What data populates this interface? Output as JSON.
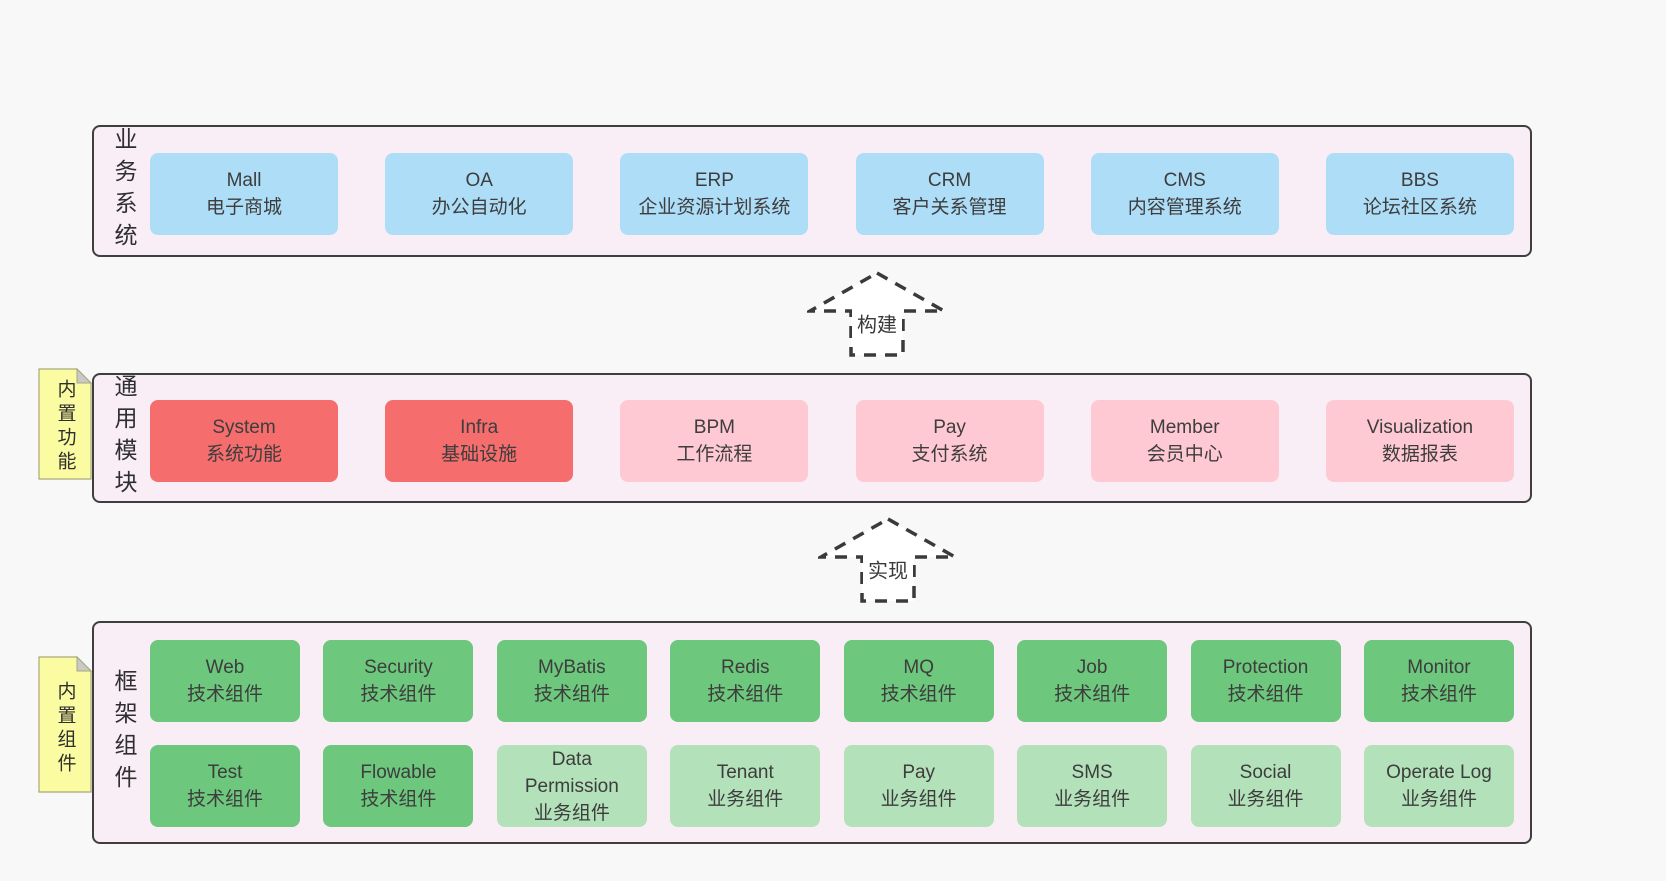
{
  "colors": {
    "page_bg": "#f8f8f8",
    "section_bg": "#f9edf6",
    "section_border": "#3f3f3f",
    "blue": "#aeddf8",
    "red": "#f56d6d",
    "pink": "#ffc9d3",
    "green": "#6dc77d",
    "light_green": "#b3e1b9",
    "sticky_yellow": "#fbfba1",
    "sticky_fold": "#c9c9c9",
    "text": "#3d3d3d"
  },
  "sections": {
    "business": {
      "label": "业务系统",
      "boxes": [
        {
          "title": "Mall",
          "subtitle": "电子商城"
        },
        {
          "title": "OA",
          "subtitle": "办公自动化"
        },
        {
          "title": "ERP",
          "subtitle": "企业资源计划系统"
        },
        {
          "title": "CRM",
          "subtitle": "客户关系管理"
        },
        {
          "title": "CMS",
          "subtitle": "内容管理系统"
        },
        {
          "title": "BBS",
          "subtitle": "论坛社区系统"
        }
      ]
    },
    "modules": {
      "label": "通用模块",
      "sticky": "内置功能",
      "boxes": [
        {
          "title": "System",
          "subtitle": "系统功能"
        },
        {
          "title": "Infra",
          "subtitle": "基础设施"
        },
        {
          "title": "BPM",
          "subtitle": "工作流程"
        },
        {
          "title": "Pay",
          "subtitle": "支付系统"
        },
        {
          "title": "Member",
          "subtitle": "会员中心"
        },
        {
          "title": "Visualization",
          "subtitle": "数据报表"
        }
      ]
    },
    "components": {
      "label": "框架组件",
      "sticky": "内置组件",
      "row1": [
        {
          "title": "Web",
          "subtitle": "技术组件"
        },
        {
          "title": "Security",
          "subtitle": "技术组件"
        },
        {
          "title": "MyBatis",
          "subtitle": "技术组件"
        },
        {
          "title": "Redis",
          "subtitle": "技术组件"
        },
        {
          "title": "MQ",
          "subtitle": "技术组件"
        },
        {
          "title": "Job",
          "subtitle": "技术组件"
        },
        {
          "title": "Protection",
          "subtitle": "技术组件"
        },
        {
          "title": "Monitor",
          "subtitle": "技术组件"
        }
      ],
      "row2": [
        {
          "title": "Test",
          "subtitle": "技术组件"
        },
        {
          "title": "Flowable",
          "subtitle": "技术组件"
        },
        {
          "title": "Data Permission",
          "subtitle": "业务组件"
        },
        {
          "title": "Tenant",
          "subtitle": "业务组件"
        },
        {
          "title": "Pay",
          "subtitle": "业务组件"
        },
        {
          "title": "SMS",
          "subtitle": "业务组件"
        },
        {
          "title": "Social",
          "subtitle": "业务组件"
        },
        {
          "title": "Operate Log",
          "subtitle": "业务组件"
        }
      ]
    }
  },
  "arrows": {
    "build": {
      "label": "构建"
    },
    "implement": {
      "label": "实现"
    }
  }
}
